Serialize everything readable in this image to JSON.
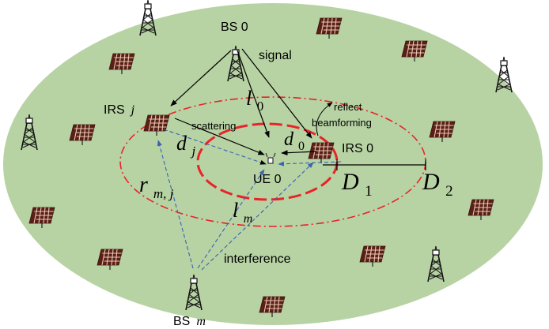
{
  "labels": {
    "bs0": "BS 0",
    "bsm_prefix": "BS",
    "bsm_var": "m",
    "signal": "signal",
    "irsj_prefix": "IRS",
    "irsj_var": "j",
    "irs0": "IRS 0",
    "ue0": "UE 0",
    "scattering": "scattering",
    "reflect": "reflect",
    "beamforming": "beamforming",
    "interference": "interference",
    "l0_var": "l",
    "l0_sub": "0",
    "lm_var": "l",
    "lm_sub": "m",
    "dj_var": "d",
    "dj_sub": "j",
    "d0_var": "d",
    "d0_sub": "0",
    "rmj_var": "r",
    "rmj_sub": "m, j",
    "D1_var": "D",
    "D1_sub": "1",
    "D2_var": "D",
    "D2_sub": "2"
  },
  "colors": {
    "region_fill": "#b7d3a3",
    "inner_ring": "#e8232a",
    "outer_ring": "#e8232a",
    "interference_arrow": "#3b62b0",
    "signal_arrow": "#000000",
    "panel": "#9a3a2a"
  },
  "icons": {
    "base_station": "tower-icon",
    "irs_panel": "solar-panel-icon",
    "user_equipment": "ue-icon"
  }
}
